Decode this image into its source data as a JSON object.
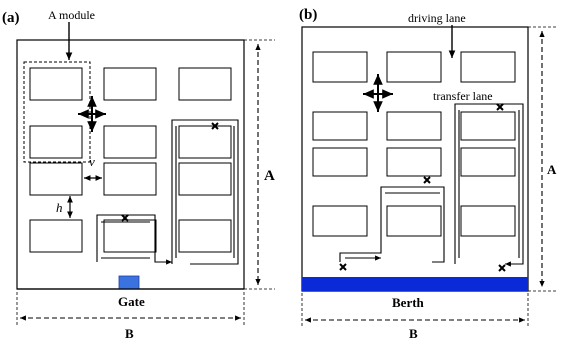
{
  "panel_a": {
    "tag": "(a)",
    "module_label": "A module",
    "gate_label": "Gate",
    "dim_height": "A",
    "dim_width": "B",
    "gap_v": "v",
    "gap_h": "h",
    "gate_color": "#3a73e0"
  },
  "panel_b": {
    "tag": "(b)",
    "driving_lane_label": "driving lane",
    "transfer_lane_label": "transfer lane",
    "berth_label": "Berth",
    "dim_height": "A",
    "dim_width": "B",
    "berth_color": "#0a2ad8"
  }
}
